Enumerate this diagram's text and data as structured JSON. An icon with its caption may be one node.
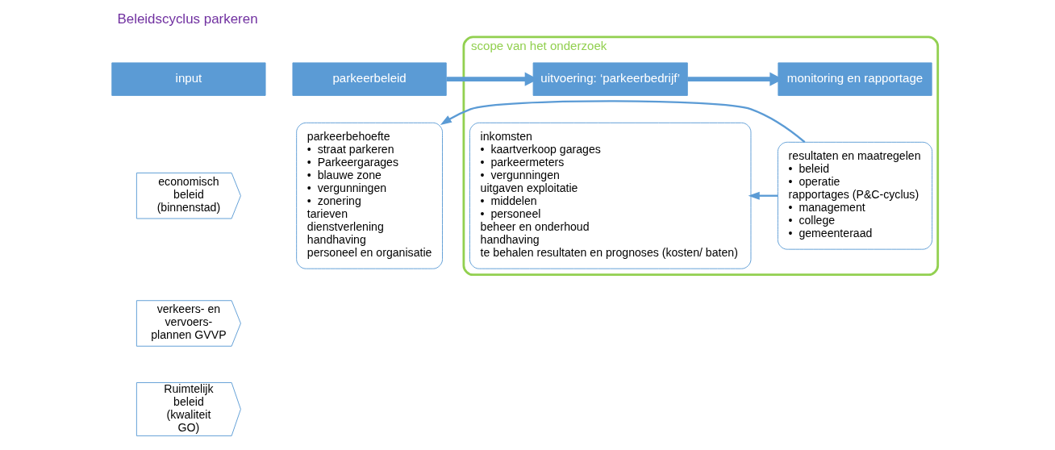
{
  "diagram": {
    "title": "Beleidscyclus parkeren",
    "nodes": [
      {
        "text": [
          "input"
        ]
      },
      {
        "text": [
          "parkeerbeleid"
        ]
      },
      {
        "text": [
          "scope van het onderzoek"
        ]
      },
      {
        "text": [
          "uitvoering: ‘parkeerbedrijf’"
        ],
        "in": 2
      },
      {
        "text": [
          "monitoring en rapportage"
        ],
        "in": 2
      },
      {
        "text": [
          "economisch beleid",
          "(binnenstad)"
        ]
      },
      {
        "text": [
          "verkeers- en vervoers- plannen GVVP"
        ]
      },
      {
        "text": [
          "Ruimtelijk beleid",
          "(kwaliteit GO)"
        ]
      },
      {
        "text": [
          "parkeerbehoefte",
          "•  straat parkeren",
          "•  Parkeergarages",
          "•  blauwe zone",
          "•  vergunningen",
          "•  zonering",
          "tarieven",
          "dienstverlening",
          "handhaving",
          "personeel en organisatie"
        ]
      },
      {
        "text": [
          "inkomsten",
          "•  kaartverkoop garages",
          "•  parkeermeters",
          "•  vergunningen",
          "uitgaven exploitatie",
          "•  middelen",
          "•  personeel",
          "beheer en onderhoud",
          "handhaving",
          "te behalen resultaten en prognoses (kosten/ baten)"
        ],
        "in": 2
      },
      {
        "text": [
          "resultaten en maatregelen",
          "•  beleid",
          "•  operatie",
          "rapportages (P&C-cyclus)",
          "•  management",
          "•  college",
          "•  gemeenteraad"
        ],
        "in": 2
      }
    ],
    "edges": [
      {
        "from": 1,
        "to": 3,
        "arrow": "to",
        "style": "thick"
      },
      {
        "from": 3,
        "to": 4,
        "arrow": "to",
        "style": "thick"
      },
      {
        "from": 10,
        "to": 8,
        "arrow": "to"
      },
      {
        "from": 10,
        "to": 9,
        "arrow": "to"
      }
    ]
  }
}
